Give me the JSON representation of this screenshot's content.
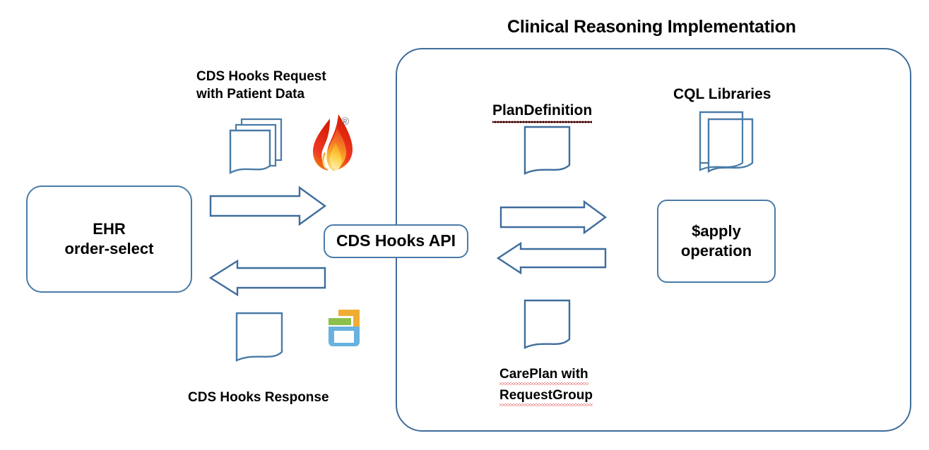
{
  "diagram": {
    "title": "Clinical Reasoning Implementation",
    "accent_blue": "#3f6d9c",
    "box_blue": "#4a7ba7",
    "spellcheck_red": "#e03131"
  },
  "left_flow": {
    "request_label_line1": "CDS Hooks Request",
    "request_label_line2": "with Patient Data",
    "response_label": "CDS Hooks Response",
    "ehr_box_line1": "EHR",
    "ehr_box_line2": "order-select",
    "request_icon": "stacked-documents-icon",
    "fhir_logo": "fhir-flame-logo",
    "fhir_trademark": "®",
    "response_icon": "document-icon",
    "cds_hooks_logo": "cds-hooks-logo",
    "arrow_out": "arrow-right-request",
    "arrow_in": "arrow-left-response"
  },
  "api": {
    "label": "CDS Hooks API"
  },
  "right_flow": {
    "plandefinition_label": "PlanDefinition",
    "plandefinition_icon": "document-icon",
    "cql_label": "CQL Libraries",
    "cql_icon": "stacked-documents-icon",
    "apply_box_line1": "$apply",
    "apply_box_line2": "operation",
    "careplan_icon": "document-icon",
    "careplan_label_line1": "CarePlan with",
    "careplan_label_line2": "RequestGroup",
    "arrow_to_apply": "arrow-right-apply",
    "arrow_from_apply": "arrow-left-result"
  }
}
